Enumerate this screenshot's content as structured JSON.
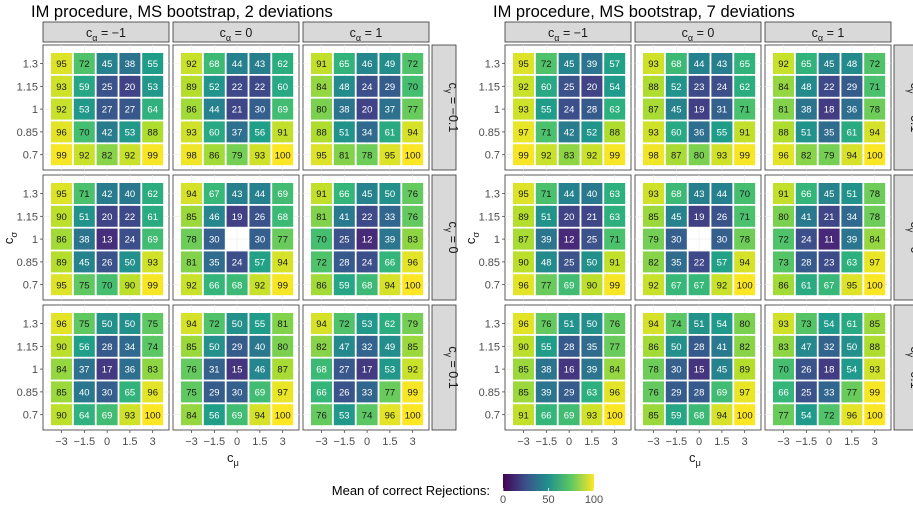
{
  "chart_data": {
    "type": "heatmap",
    "x_ticks": [
      "−3",
      "−1.5",
      "0",
      "1.5",
      "3"
    ],
    "y_ticks": [
      "1.3",
      "1.15",
      "1",
      "0.85",
      "0.7"
    ],
    "xlabel_main": "c",
    "xlabel_sub": "μ",
    "ylabel_main": "c",
    "ylabel_sub": "σ",
    "col_strips": [
      {
        "main": "c",
        "sub": "α",
        "rel": "= −1"
      },
      {
        "main": "c",
        "sub": "α",
        "rel": "= 0"
      },
      {
        "main": "c",
        "sub": "α",
        "rel": "= 1"
      }
    ],
    "row_strips": [
      {
        "main": "c",
        "sub": "γ",
        "rel": "= −0.1"
      },
      {
        "main": "c",
        "sub": "γ",
        "rel": "= 0"
      },
      {
        "main": "c",
        "sub": "γ",
        "rel": "= 0.1"
      }
    ],
    "legend": {
      "title": "Mean of correct Rejections:",
      "ticks": [
        "0",
        "50",
        "100"
      ],
      "min": 0,
      "max": 100,
      "colors": [
        "#440154",
        "#3b528b",
        "#21918c",
        "#5ec962",
        "#fde725"
      ]
    },
    "charts": [
      {
        "title": "IM procedure, MS bootstrap, 2 deviations",
        "panels": [
          [
            [
              [
                95,
                72,
                45,
                38,
                55
              ],
              [
                93,
                59,
                25,
                20,
                53
              ],
              [
                92,
                53,
                27,
                27,
                64
              ],
              [
                96,
                70,
                42,
                53,
                88
              ],
              [
                99,
                92,
                82,
                92,
                99
              ]
            ],
            [
              [
                92,
                68,
                44,
                43,
                62
              ],
              [
                89,
                52,
                22,
                22,
                60
              ],
              [
                86,
                44,
                21,
                30,
                69
              ],
              [
                93,
                60,
                37,
                56,
                91
              ],
              [
                98,
                86,
                79,
                93,
                100
              ]
            ],
            [
              [
                91,
                65,
                46,
                49,
                72
              ],
              [
                84,
                48,
                24,
                29,
                70
              ],
              [
                80,
                38,
                20,
                37,
                77
              ],
              [
                88,
                51,
                34,
                61,
                94
              ],
              [
                95,
                81,
                78,
                95,
                100
              ]
            ]
          ],
          [
            [
              [
                95,
                71,
                42,
                40,
                62
              ],
              [
                90,
                51,
                20,
                22,
                61
              ],
              [
                86,
                38,
                13,
                24,
                69
              ],
              [
                89,
                45,
                26,
                50,
                93
              ],
              [
                95,
                75,
                70,
                90,
                99
              ]
            ],
            [
              [
                94,
                67,
                43,
                44,
                69
              ],
              [
                85,
                46,
                19,
                26,
                68
              ],
              [
                78,
                30,
                null,
                30,
                77
              ],
              [
                81,
                35,
                24,
                57,
                94
              ],
              [
                92,
                66,
                68,
                92,
                99
              ]
            ],
            [
              [
                91,
                66,
                45,
                50,
                76
              ],
              [
                81,
                41,
                22,
                33,
                76
              ],
              [
                70,
                25,
                12,
                39,
                83
              ],
              [
                72,
                28,
                24,
                66,
                96
              ],
              [
                86,
                59,
                68,
                94,
                100
              ]
            ]
          ],
          [
            [
              [
                96,
                75,
                50,
                50,
                75
              ],
              [
                90,
                56,
                28,
                34,
                74
              ],
              [
                84,
                37,
                17,
                36,
                83
              ],
              [
                85,
                40,
                30,
                65,
                96
              ],
              [
                90,
                64,
                69,
                93,
                100
              ]
            ],
            [
              [
                94,
                72,
                50,
                55,
                81
              ],
              [
                85,
                50,
                29,
                40,
                80
              ],
              [
                76,
                31,
                15,
                46,
                87
              ],
              [
                75,
                29,
                30,
                69,
                97
              ],
              [
                84,
                56,
                69,
                94,
                100
              ]
            ],
            [
              [
                94,
                72,
                53,
                62,
                79
              ],
              [
                82,
                47,
                32,
                49,
                85
              ],
              [
                68,
                27,
                17,
                53,
                92
              ],
              [
                66,
                26,
                33,
                77,
                99
              ],
              [
                76,
                53,
                74,
                96,
                100
              ]
            ]
          ]
        ]
      },
      {
        "title": "IM procedure, MS bootstrap, 7 deviations",
        "panels": [
          [
            [
              [
                95,
                72,
                45,
                39,
                57
              ],
              [
                92,
                60,
                25,
                20,
                54
              ],
              [
                93,
                55,
                24,
                28,
                63
              ],
              [
                97,
                71,
                42,
                52,
                88
              ],
              [
                99,
                92,
                83,
                92,
                99
              ]
            ],
            [
              [
                93,
                68,
                44,
                43,
                65
              ],
              [
                88,
                52,
                23,
                24,
                62
              ],
              [
                87,
                45,
                19,
                31,
                71
              ],
              [
                93,
                60,
                36,
                55,
                91
              ],
              [
                98,
                87,
                80,
                93,
                99
              ]
            ],
            [
              [
                92,
                65,
                45,
                48,
                72
              ],
              [
                84,
                48,
                22,
                29,
                71
              ],
              [
                81,
                38,
                18,
                36,
                78
              ],
              [
                88,
                51,
                35,
                61,
                94
              ],
              [
                96,
                82,
                79,
                94,
                100
              ]
            ]
          ],
          [
            [
              [
                95,
                71,
                44,
                40,
                63
              ],
              [
                89,
                51,
                20,
                21,
                63
              ],
              [
                87,
                39,
                12,
                25,
                71
              ],
              [
                90,
                48,
                25,
                50,
                91
              ],
              [
                96,
                77,
                69,
                90,
                99
              ]
            ],
            [
              [
                93,
                68,
                43,
                44,
                70
              ],
              [
                85,
                45,
                19,
                26,
                71
              ],
              [
                79,
                30,
                null,
                30,
                78
              ],
              [
                82,
                35,
                22,
                57,
                94
              ],
              [
                92,
                67,
                67,
                92,
                100
              ]
            ],
            [
              [
                91,
                66,
                45,
                51,
                78
              ],
              [
                80,
                41,
                21,
                34,
                78
              ],
              [
                72,
                24,
                11,
                39,
                84
              ],
              [
                73,
                28,
                23,
                63,
                97
              ],
              [
                86,
                61,
                67,
                95,
                100
              ]
            ]
          ],
          [
            [
              [
                96,
                76,
                51,
                50,
                76
              ],
              [
                90,
                55,
                28,
                35,
                77
              ],
              [
                85,
                38,
                16,
                39,
                84
              ],
              [
                85,
                39,
                29,
                63,
                96
              ],
              [
                91,
                66,
                69,
                93,
                100
              ]
            ],
            [
              [
                94,
                74,
                51,
                54,
                80
              ],
              [
                86,
                50,
                28,
                41,
                82
              ],
              [
                78,
                30,
                15,
                45,
                89
              ],
              [
                76,
                29,
                28,
                69,
                97
              ],
              [
                85,
                59,
                68,
                94,
                100
              ]
            ],
            [
              [
                93,
                73,
                54,
                61,
                85
              ],
              [
                83,
                47,
                32,
                50,
                88
              ],
              [
                70,
                26,
                18,
                54,
                93
              ],
              [
                66,
                25,
                33,
                77,
                99
              ],
              [
                77,
                54,
                72,
                96,
                100
              ]
            ]
          ]
        ]
      }
    ]
  }
}
